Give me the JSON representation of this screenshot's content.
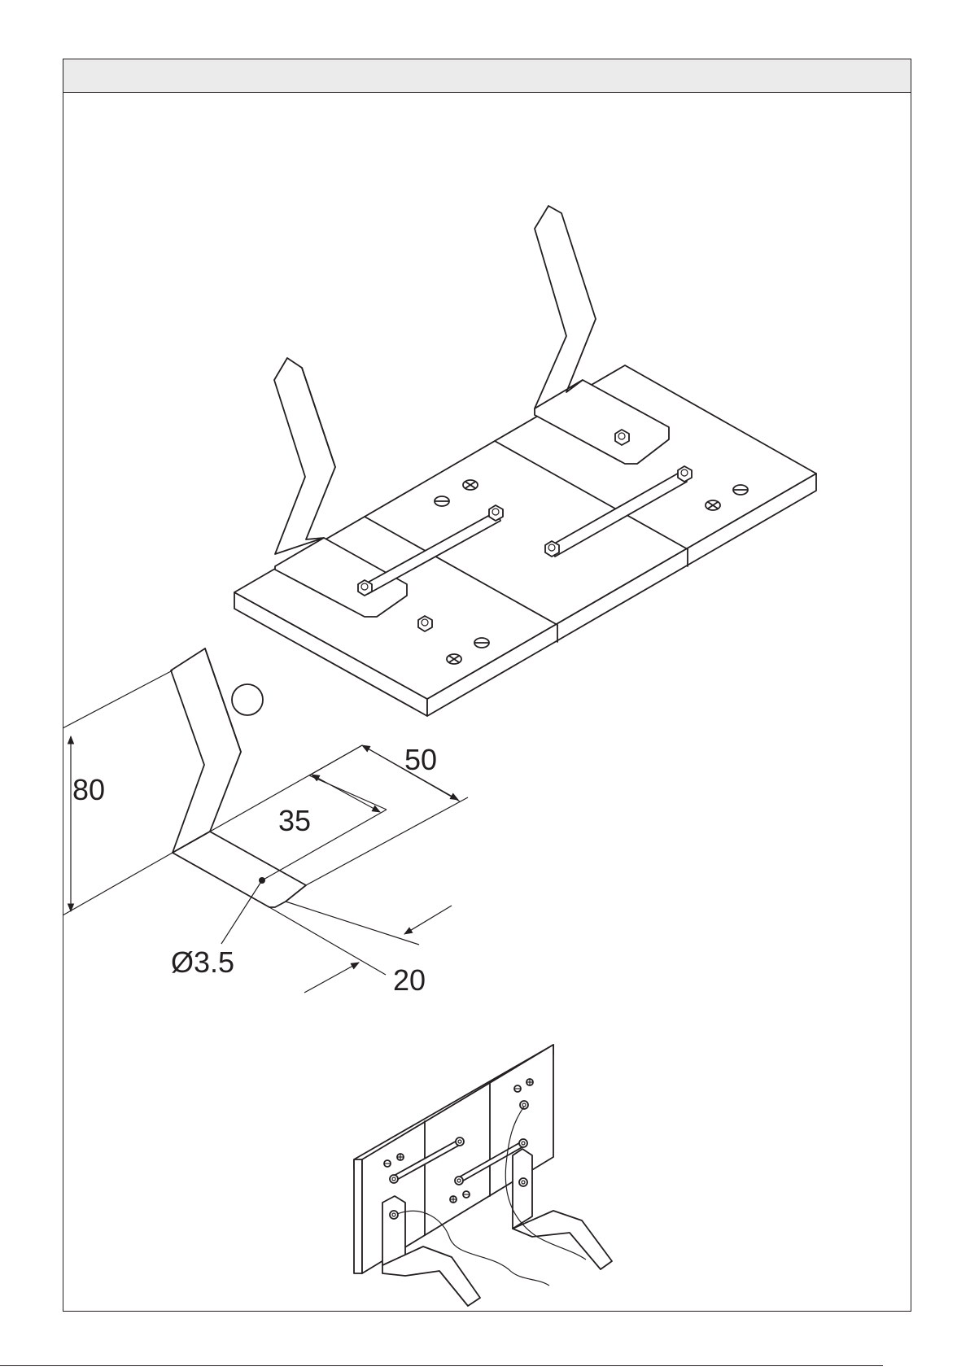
{
  "dimensions": {
    "height": "80",
    "length": "50",
    "hole_offset": "35",
    "hole_diameter": "Ø3.5",
    "width": "20"
  }
}
